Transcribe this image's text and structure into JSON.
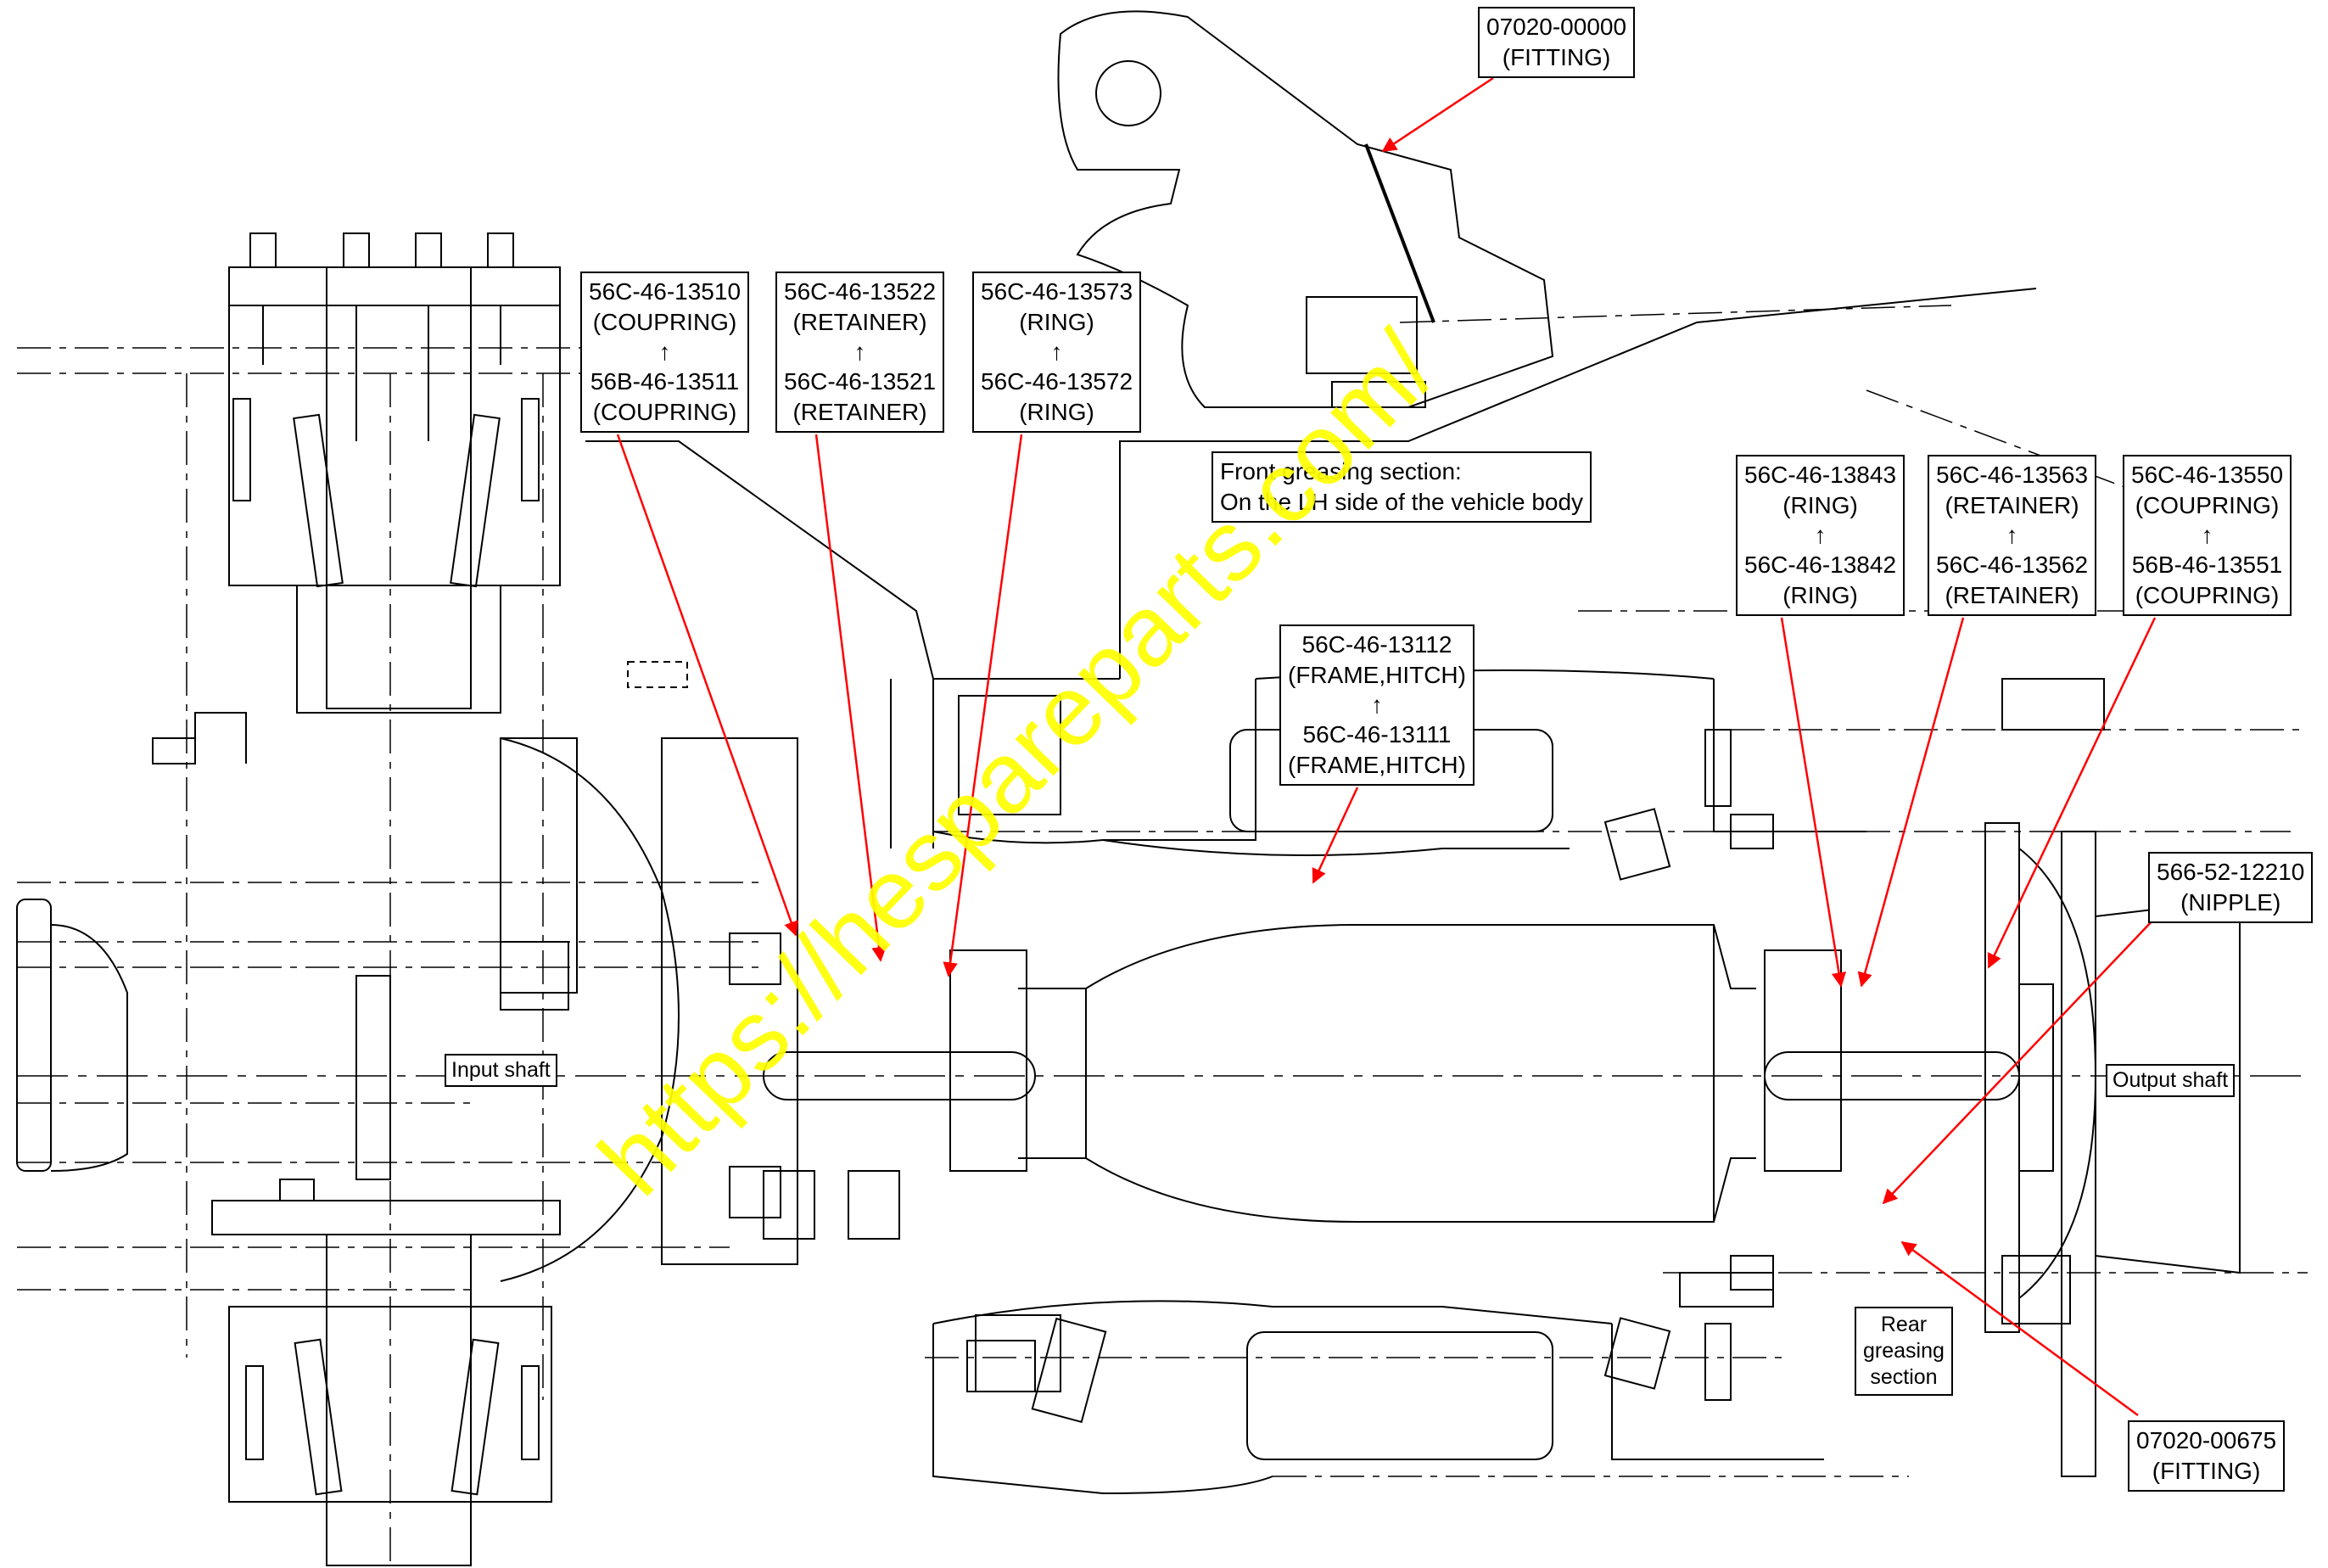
{
  "callouts": {
    "coupling_front": {
      "new_part": "56C-46-13510",
      "new_name": "(COUPRING)",
      "arrow": "↑",
      "old_part": "56B-46-13511",
      "old_name": "(COUPRING)"
    },
    "retainer_front": {
      "new_part": "56C-46-13522",
      "new_name": "(RETAINER)",
      "arrow": "↑",
      "old_part": "56C-46-13521",
      "old_name": "(RETAINER)"
    },
    "ring_front": {
      "new_part": "56C-46-13573",
      "new_name": "(RING)",
      "arrow": "↑",
      "old_part": "56C-46-13572",
      "old_name": "(RING)"
    },
    "fitting_top": {
      "part": "07020-00000",
      "name": "(FITTING)"
    },
    "front_greasing": {
      "line1": "Front greasing section:",
      "line2": "On the LH side of the vehicle body"
    },
    "frame_hitch": {
      "new_part": "56C-46-13112",
      "new_name": "(FRAME,HITCH)",
      "arrow": "↑",
      "old_part": "56C-46-13111",
      "old_name": "(FRAME,HITCH)"
    },
    "ring_rear": {
      "new_part": "56C-46-13843",
      "new_name": "(RING)",
      "arrow": "↑",
      "old_part": "56C-46-13842",
      "old_name": "(RING)"
    },
    "retainer_rear": {
      "new_part": "56C-46-13563",
      "new_name": "(RETAINER)",
      "arrow": "↑",
      "old_part": "56C-46-13562",
      "old_name": "(RETAINER)"
    },
    "coupling_rear": {
      "new_part": "56C-46-13550",
      "new_name": "(COUPRING)",
      "arrow": "↑",
      "old_part": "56B-46-13551",
      "old_name": "(COUPRING)"
    },
    "nipple": {
      "part": "566-52-12210",
      "name": "(NIPPLE)"
    },
    "fitting_bottom": {
      "part": "07020-00675",
      "name": "(FITTING)"
    }
  },
  "labels": {
    "input_shaft": "Input shaft",
    "output_shaft": "Output shaft",
    "rear_greasing": {
      "line1": "Rear",
      "line2": "greasing",
      "line3": "section"
    }
  },
  "watermark": "https://hespareparts.com/",
  "colors": {
    "leader_arrow": "#ff0000",
    "watermark": "#ffff00",
    "line_art": "#000000"
  }
}
